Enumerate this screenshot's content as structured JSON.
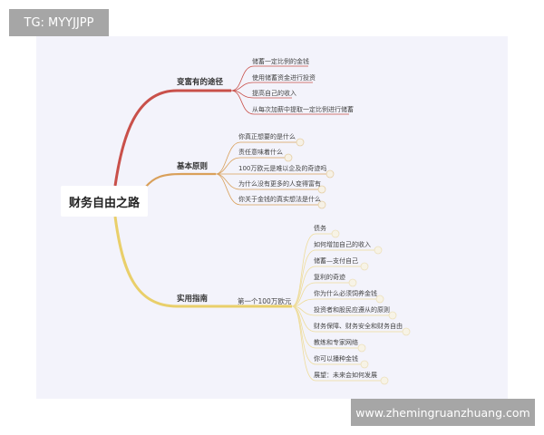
{
  "watermarks": {
    "top_left": "TG: MYYJJPP",
    "bottom_right": "www.zhemingruanzhuang.com"
  },
  "colors": {
    "panel_bg": "#f3f3fb",
    "branch1": "#c9504a",
    "branch2": "#d9a05a",
    "branch3": "#e9cf6a",
    "watermark_bg": "#a6a6a6"
  },
  "mindmap": {
    "root": "财务自由之路",
    "branches": [
      {
        "label": "变富有的途径",
        "children": [
          "储蓄一定比例的金钱",
          "使用储蓄资金进行投资",
          "提高自己的收入",
          "从每次加薪中提取一定比例进行储蓄"
        ]
      },
      {
        "label": "基本原则",
        "children": [
          "你真正想要的是什么",
          "责任意味着什么",
          "100万欧元是难以企及的奇迹吗",
          "为什么没有更多的人变得富有",
          "你关于金钱的真实想法是什么"
        ]
      },
      {
        "label": "实用指南",
        "sub": {
          "label": "第一个100万欧元",
          "children": [
            "债务",
            "如何增加自己的收入",
            "储蓄—支付自己",
            "复利的奇迹",
            "你为什么必须饲养金钱",
            "投资者和股民应遵从的原则",
            "财务保障、财务安全和财务自由",
            "教练和专家网络",
            "你可以播种金钱",
            "展望：未来会如何发展"
          ]
        }
      }
    ]
  }
}
